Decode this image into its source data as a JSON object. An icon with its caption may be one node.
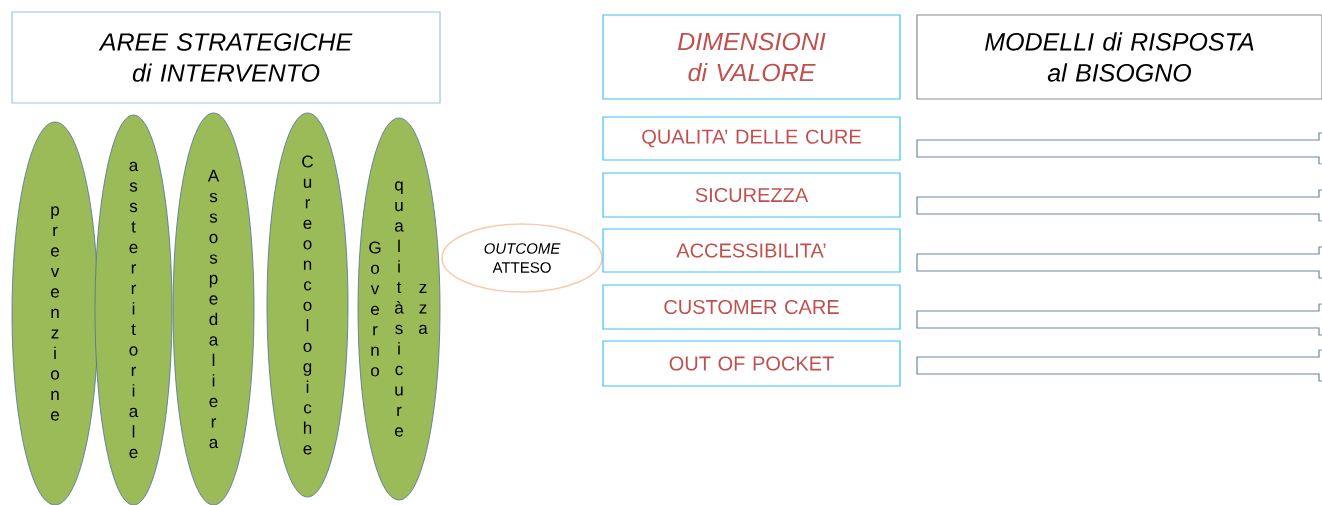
{
  "diagram": {
    "nodes": [
      {
        "text": [
          "AREE STRATEGICHE di INTERVENTO"
        ]
      },
      {
        "text": [
          "prevenzione"
        ]
      },
      {
        "text": [
          "assterritoriale"
        ]
      },
      {
        "text": [
          "Assospedaliera"
        ]
      },
      {
        "text": [
          "Cure oncologiche"
        ]
      },
      {
        "text": [
          "Governo",
          "qualitàsicure",
          "zza"
        ]
      },
      {
        "text": [
          "OUTCOME",
          "ATTESO"
        ]
      },
      {
        "text": [
          "DIMENSIONI di VALORE"
        ]
      },
      {
        "text": [
          "MODELLI di RISPOSTA al BISOGNO"
        ]
      },
      {
        "text": [
          "QUALITA’ DELLE CURE"
        ]
      },
      {
        "text": [
          "SICUREZZA"
        ]
      },
      {
        "text": [
          "ACCESSIBILITA’"
        ]
      },
      {
        "text": [
          "CUSTOMER CARE"
        ]
      },
      {
        "text": [
          "OUT OF POCKET"
        ]
      },
      {
        "text": [],
        "shape": "bar"
      },
      {
        "text": [],
        "shape": "bar"
      },
      {
        "text": [],
        "shape": "bar"
      },
      {
        "text": [],
        "shape": "bar"
      },
      {
        "text": [],
        "shape": "bar"
      }
    ]
  }
}
